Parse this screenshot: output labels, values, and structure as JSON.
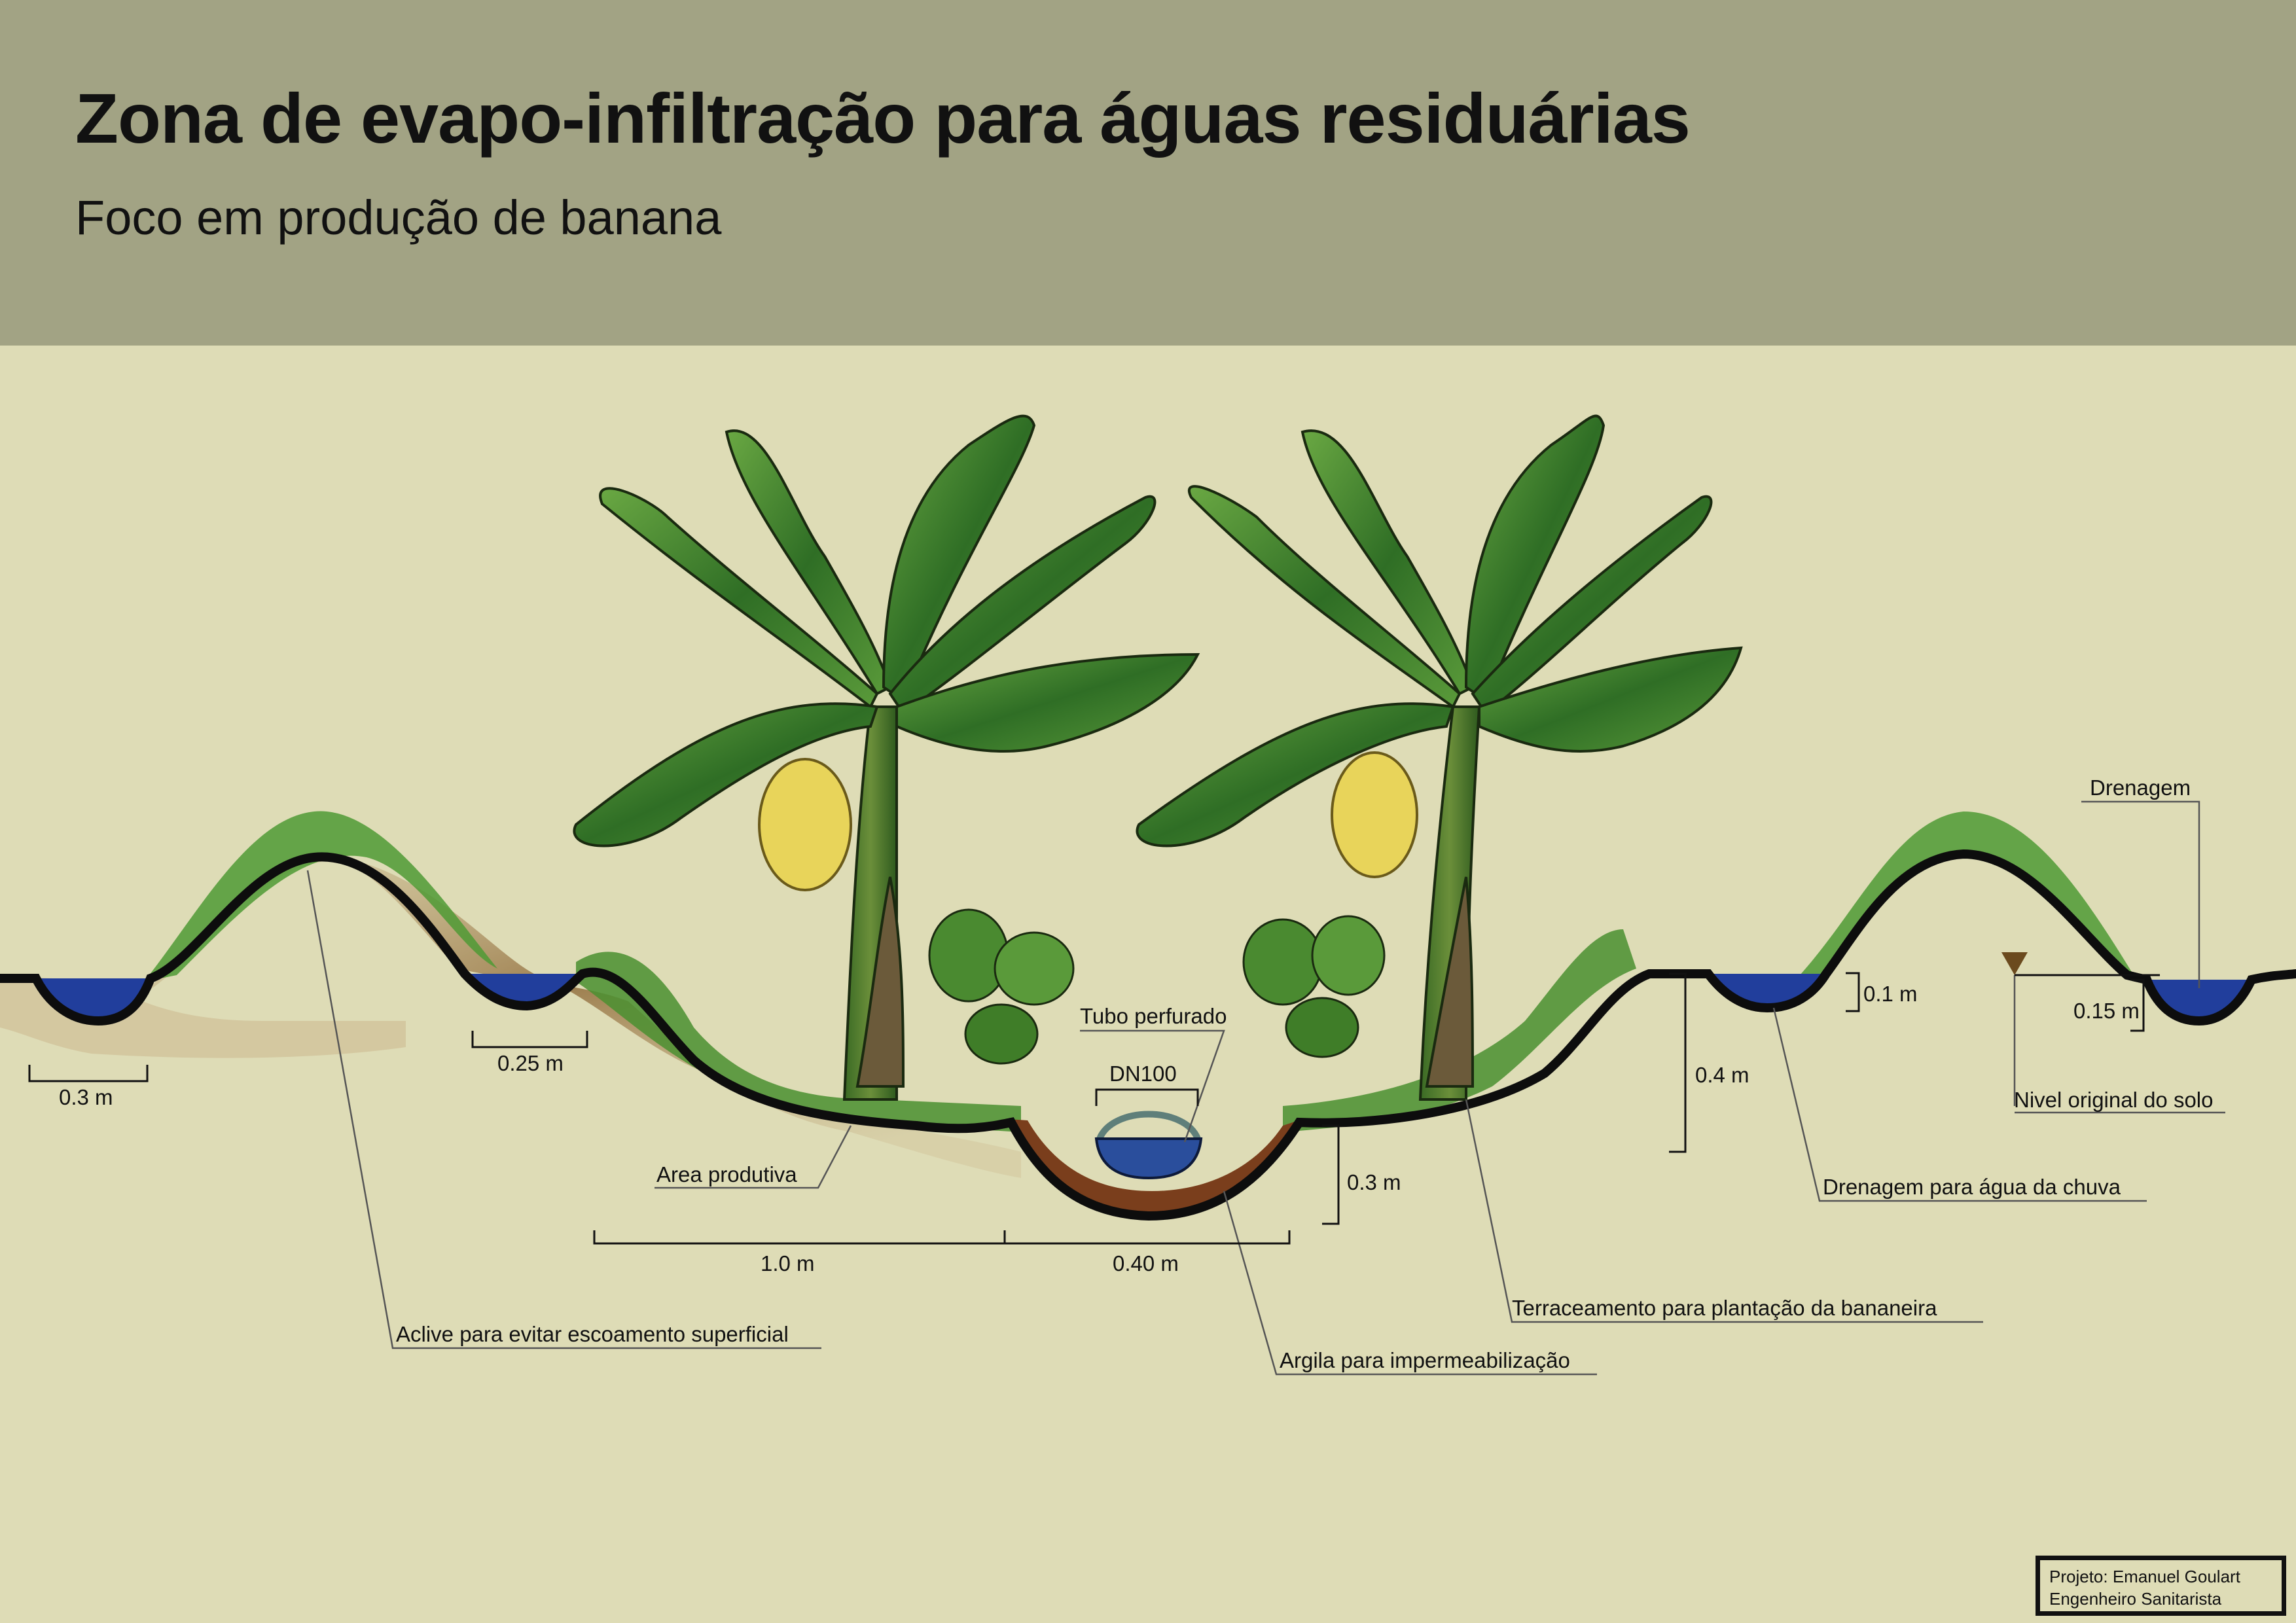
{
  "header": {
    "title": "Zona de evapo-infiltração para águas residuárias",
    "subtitle": "Foco em produção de banana"
  },
  "labels": {
    "dim_0_3m_left": "0.3 m",
    "dim_0_25m": "0.25 m",
    "area_produtiva": "Area produtiva",
    "dim_1_0m": "1.0 m",
    "dim_0_40m": "0.40 m",
    "tubo_perfurado": "Tubo perfurado",
    "dn100": "DN100",
    "dim_0_3m_trench": "0.3 m",
    "aclive": "Aclive para evitar escoamento superficial",
    "argila": "Argila para impermeabilização",
    "terraceamento": "Terraceamento para plantação da bananeira",
    "dim_0_4m": "0.4 m",
    "dim_0_1m": "0.1 m",
    "drenagem_chuva": "Drenagem para água da chuva",
    "drenagem": "Drenagem",
    "dim_0_15m": "0.15 m",
    "nivel_original": "Nivel original do solo"
  },
  "credit": {
    "line1": "Projeto: Emanuel Goulart",
    "line2": "Engenheiro Sanitarista"
  },
  "colors": {
    "header_bg": "#a2a384",
    "page_bg": "#dedcb6",
    "water": "#213e9c",
    "soil": "#a6865a",
    "clay": "#7a3e1c",
    "grass": "#4f9a35",
    "leaf": "#3d7d2b",
    "banana": "#e8d45a",
    "pipe": "#2a4e9c"
  }
}
